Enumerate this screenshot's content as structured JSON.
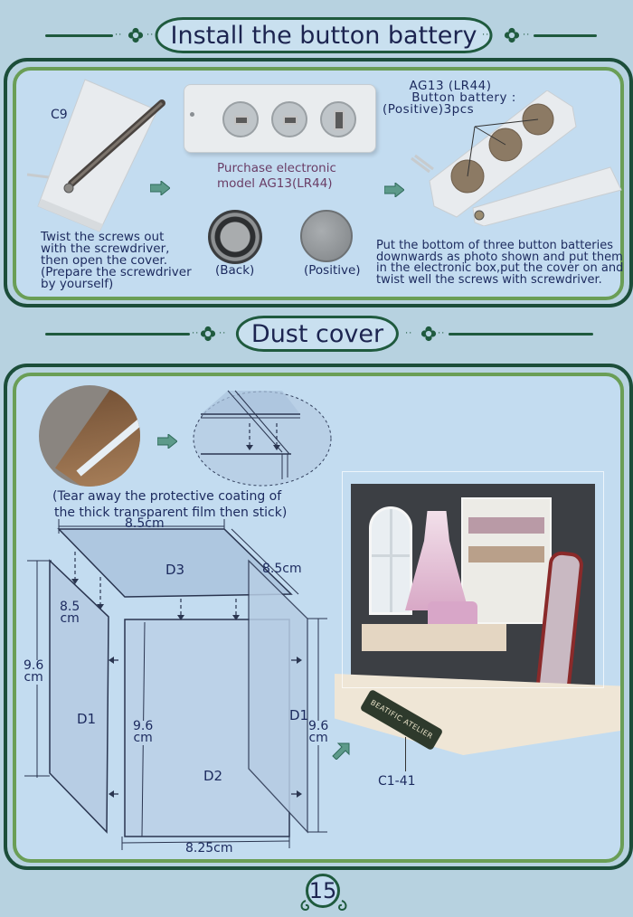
{
  "sections": {
    "battery": {
      "title": "Install the button battery",
      "part_label": "C9",
      "step1_text": [
        "Twist the screws out",
        "with the screwdriver,",
        "then open the cover.",
        "(Prepare the screwdriver",
        "by yourself)"
      ],
      "purchase_text": [
        "Purchase electronic",
        "model AG13(LR44)"
      ],
      "back_label": "(Back)",
      "positive_label": "(Positive)",
      "battery_callout": [
        "AG13 (LR44)",
        "Button battery :",
        "(Positive)3pcs"
      ],
      "step2_text": [
        "Put the bottom of three button batteries",
        "downwards as photo shown and put them",
        "in the electronic box,put the cover on and",
        "twist well the screws with screwdriver."
      ]
    },
    "dust_cover": {
      "title": "Dust cover",
      "tear_text": [
        "(Tear away the protective coating of",
        "the thick transparent film then stick)"
      ],
      "dimensions": {
        "top_width": "8.5cm",
        "top_depth": "8.5cm",
        "side_depth": [
          "8.5",
          "cm"
        ],
        "side_height_left": [
          "9.6",
          "cm"
        ],
        "front_height": [
          "9.6",
          "cm"
        ],
        "side_height_right": [
          "9.6",
          "cm"
        ],
        "front_width": "8.25cm"
      },
      "panels": {
        "top": "D3",
        "left_side": "D1",
        "right_side": "D1",
        "front": "D2"
      },
      "model_label": "C1-41",
      "model_sign": "BEATIFIC ATELIER"
    }
  },
  "page_number": "15",
  "colors": {
    "background": "#b7d2e0",
    "panel": "#c3dcf0",
    "frame_dark": "#1c4e3a",
    "frame_light": "#6a9e56",
    "text": "#1c2a5e"
  }
}
